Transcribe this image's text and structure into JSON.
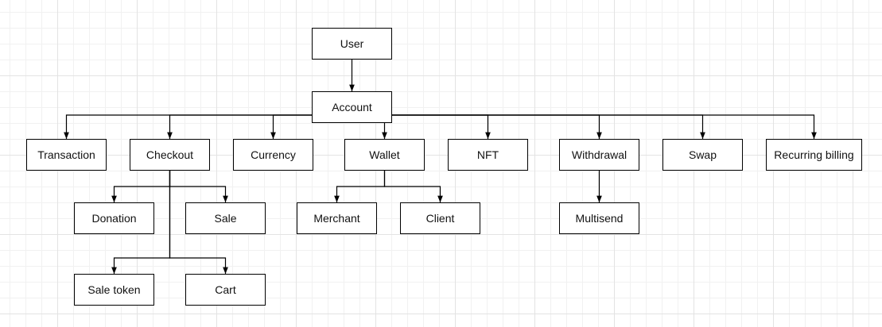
{
  "diagram": {
    "nodes": [
      {
        "id": "user",
        "label": "User"
      },
      {
        "id": "account",
        "label": "Account"
      },
      {
        "id": "transaction",
        "label": "Transaction"
      },
      {
        "id": "checkout",
        "label": "Checkout"
      },
      {
        "id": "currency",
        "label": "Currency"
      },
      {
        "id": "wallet",
        "label": "Wallet"
      },
      {
        "id": "nft",
        "label": "NFT"
      },
      {
        "id": "withdrawal",
        "label": "Withdrawal"
      },
      {
        "id": "swap",
        "label": "Swap"
      },
      {
        "id": "recurring-billing",
        "label": "Recurring billing"
      },
      {
        "id": "donation",
        "label": "Donation"
      },
      {
        "id": "sale",
        "label": "Sale"
      },
      {
        "id": "merchant",
        "label": "Merchant"
      },
      {
        "id": "client",
        "label": "Client"
      },
      {
        "id": "multisend",
        "label": "Multisend"
      },
      {
        "id": "sale-token",
        "label": "Sale token"
      },
      {
        "id": "cart",
        "label": "Cart"
      }
    ],
    "edges": [
      {
        "from": "user",
        "to": "account"
      },
      {
        "from": "account",
        "to": "transaction"
      },
      {
        "from": "account",
        "to": "checkout"
      },
      {
        "from": "account",
        "to": "currency"
      },
      {
        "from": "account",
        "to": "wallet"
      },
      {
        "from": "account",
        "to": "nft"
      },
      {
        "from": "account",
        "to": "withdrawal"
      },
      {
        "from": "account",
        "to": "swap"
      },
      {
        "from": "account",
        "to": "recurring-billing"
      },
      {
        "from": "checkout",
        "to": "donation"
      },
      {
        "from": "checkout",
        "to": "sale"
      },
      {
        "from": "checkout",
        "to": "sale-token"
      },
      {
        "from": "checkout",
        "to": "cart"
      },
      {
        "from": "wallet",
        "to": "merchant"
      },
      {
        "from": "wallet",
        "to": "client"
      },
      {
        "from": "withdrawal",
        "to": "multisend"
      }
    ]
  }
}
